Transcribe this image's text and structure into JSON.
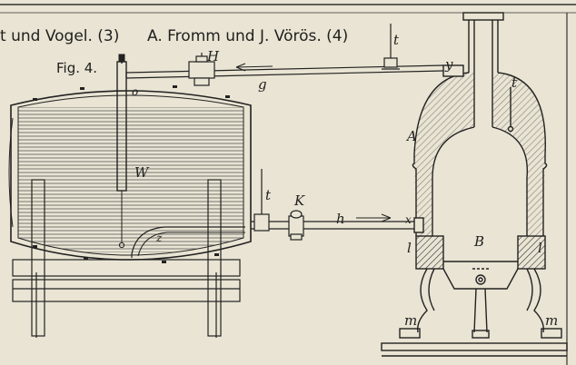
{
  "header": {
    "left_title": "t und Vogel. (3)",
    "right_title": "A. Fromm und J. Vörös. (4)"
  },
  "figure_label": "Fig. 4.",
  "labels": {
    "H": "H",
    "t_right_pipe": "t",
    "y": "y",
    "o": "o",
    "g": "g",
    "t_chimney": "t",
    "A": "A",
    "W": "W",
    "t_lower": "t",
    "K": "K",
    "h": "h",
    "x": "x",
    "z": "z",
    "l_left": "l",
    "B": "B",
    "l_right": "l",
    "m_left": "m",
    "m_right": "m"
  }
}
